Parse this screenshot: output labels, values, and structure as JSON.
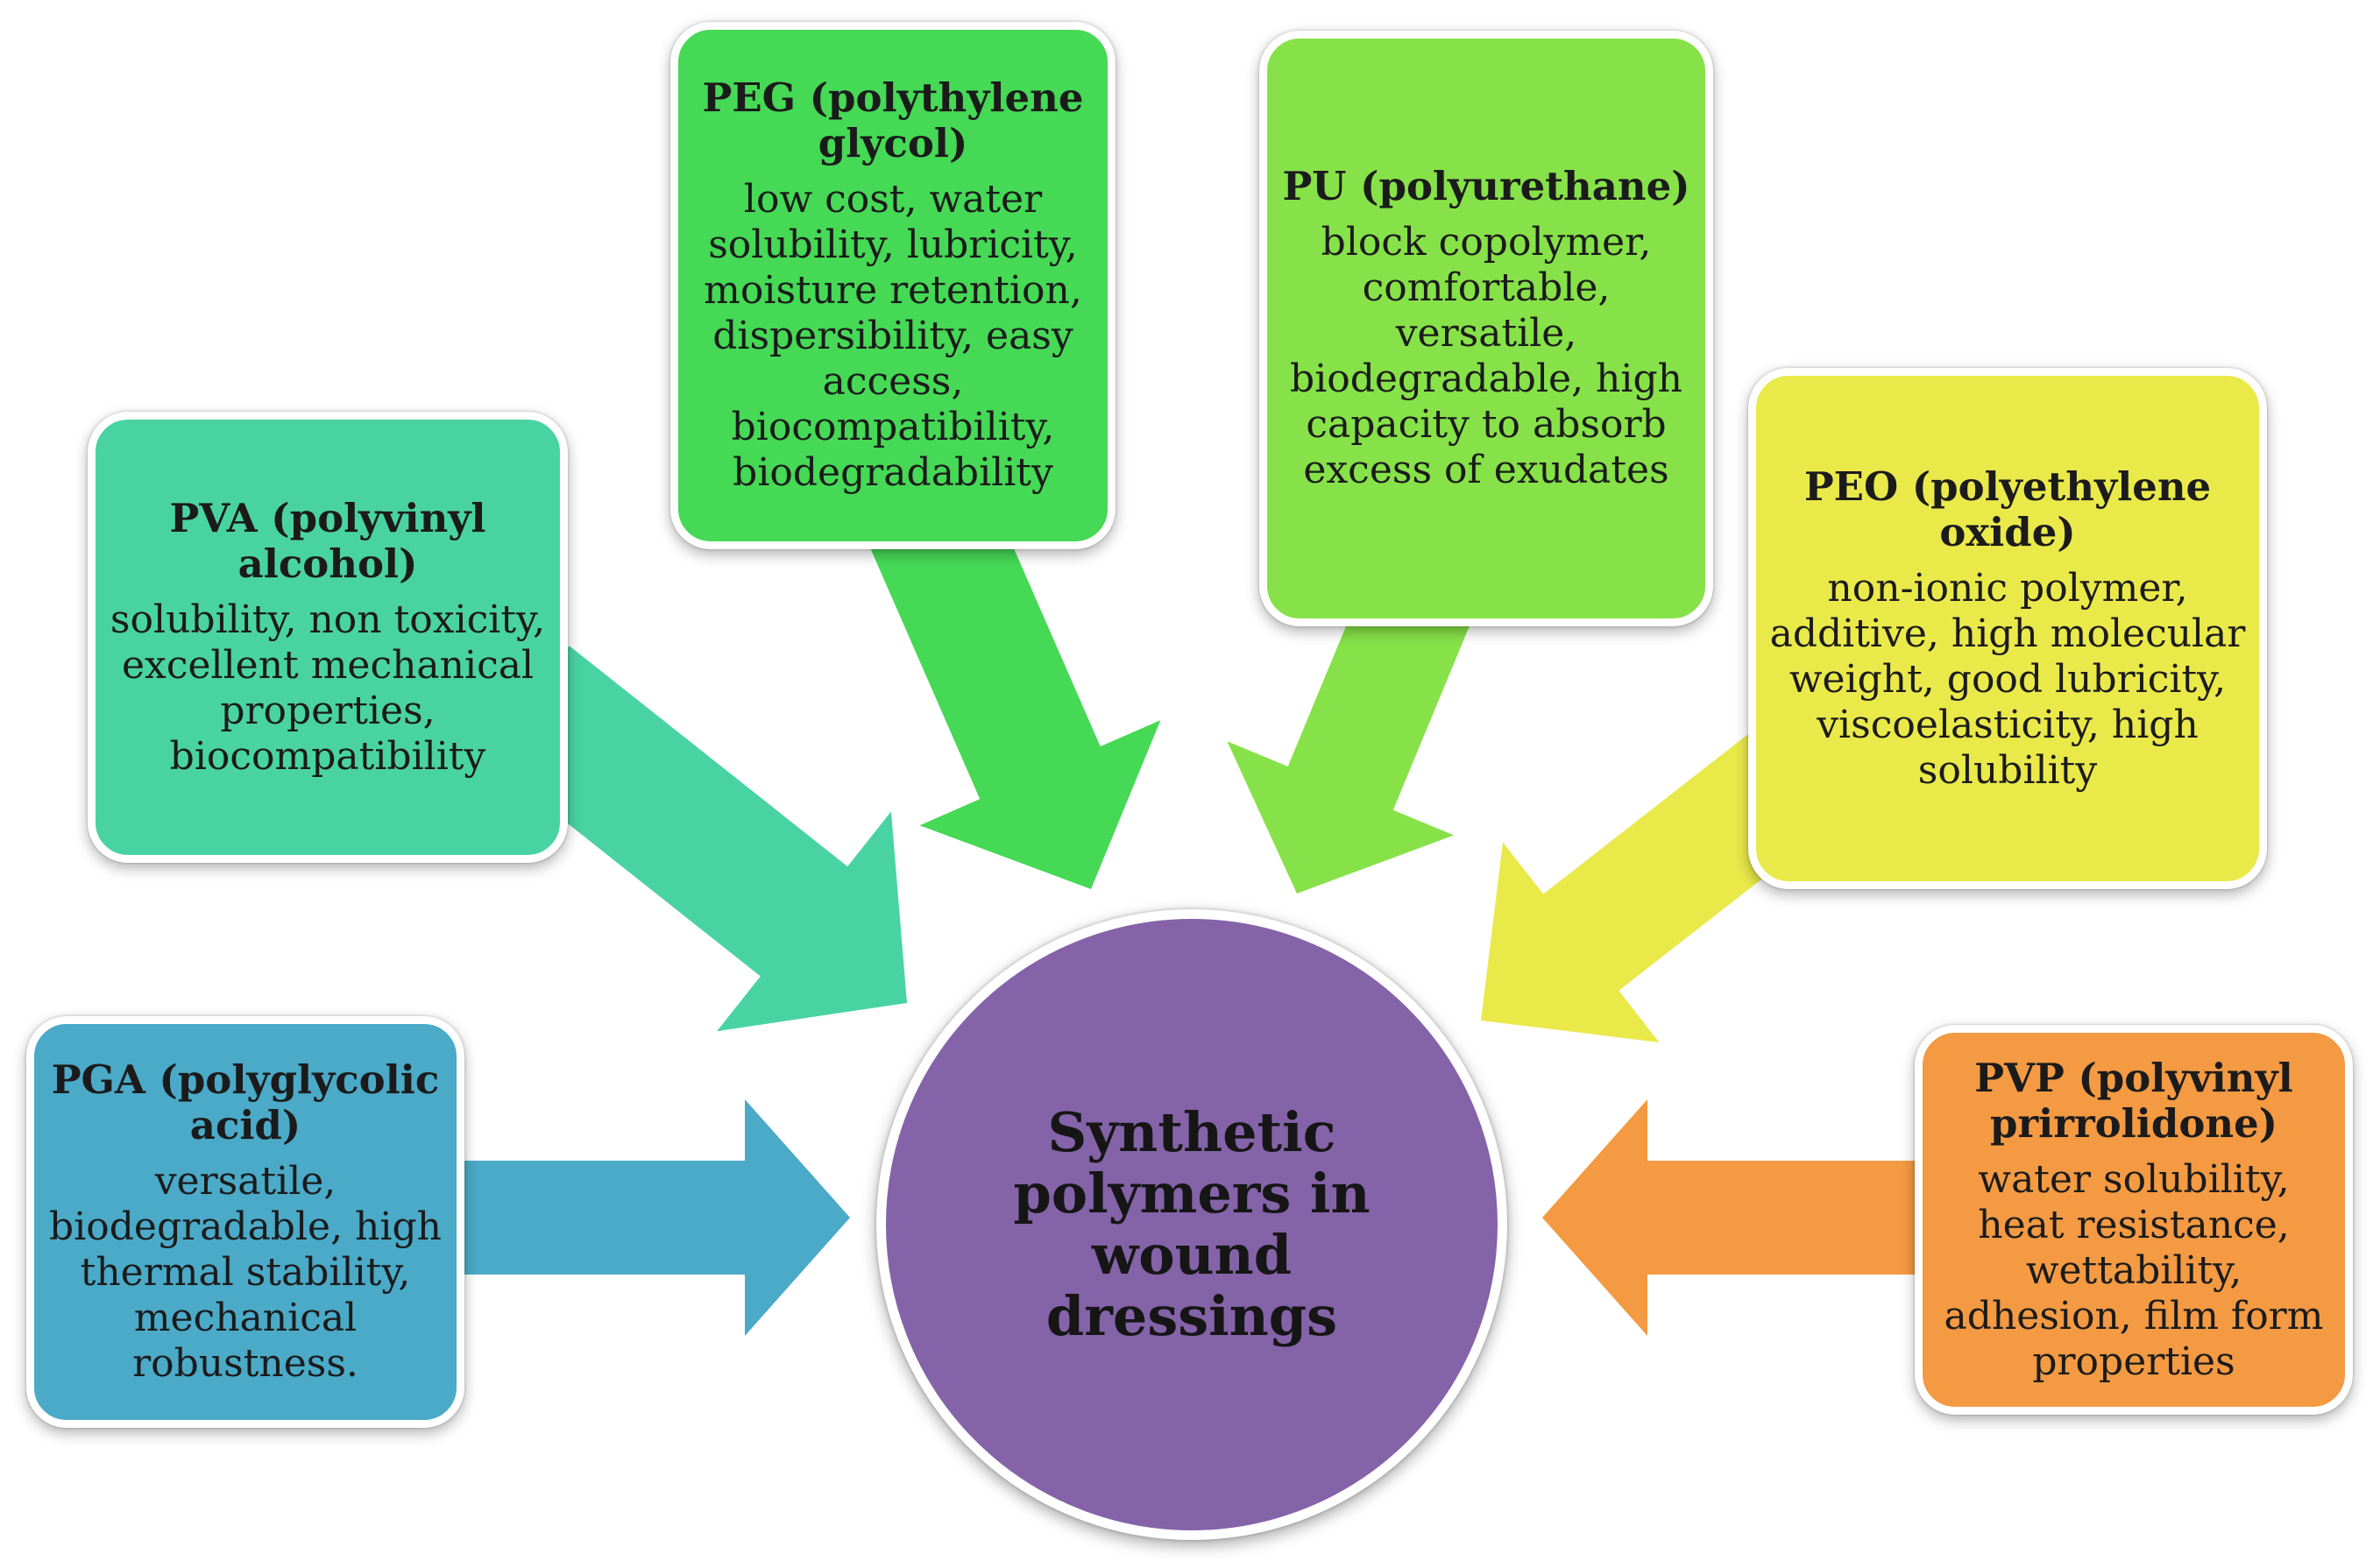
{
  "center": {
    "title": "Synthetic polymers in wound dressings",
    "color": "#8463a8"
  },
  "boxes": {
    "pga": {
      "title": "PGA  (polyglycolic acid)",
      "description": "versatile, biodegradable, high thermal stability, mechanical robustness.",
      "color": "#4aaac8"
    },
    "pva": {
      "title": "PVA (polyvinyl alcohol)",
      "description": "solubility, non toxicity, excellent mechanical properties, biocompatibility",
      "color": "#49d3a3"
    },
    "peg": {
      "title": "PEG (polythylene glycol)",
      "description": "low cost, water solubility, lubricity, moisture retention, dispersibility, easy access, biocompatibility, biodegradability",
      "color": "#45d955"
    },
    "pu": {
      "title": "PU (polyurethane)",
      "description": "block copolymer, comfortable, versatile, biodegradable, high capacity to absorb excess of exudates",
      "color": "#86e248"
    },
    "peo": {
      "title": "PEO (polyethylene oxide)",
      "description": "non-ionic polymer, additive, high molecular weight, good lubricity, viscoelasticity, high solubility",
      "color": "#eae94a"
    },
    "pvp": {
      "title": "PVP (polyvinyl prirrolidone)",
      "description": "water solubility, heat resistance, wettability, adhesion, film form properties",
      "color": "#f39a43"
    }
  }
}
